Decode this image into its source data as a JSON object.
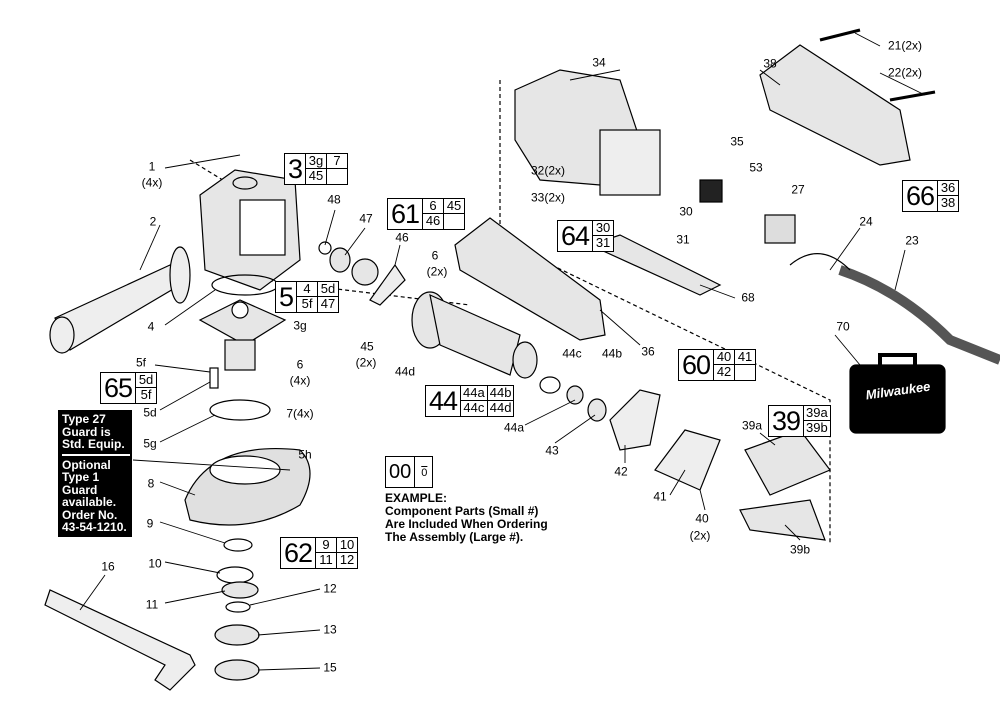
{
  "labels": {
    "l1": "1",
    "l1q": "(4x)",
    "l2": "2",
    "l48": "48",
    "l47": "47",
    "l46": "46",
    "l6a": "6",
    "l6aq": "(2x)",
    "l4": "4",
    "l3g": "3g",
    "l45": "45",
    "l45q": "(2x)",
    "l44d": "44d",
    "l5f": "5f",
    "l5d": "5d",
    "l6b": "6",
    "l6bq": "(4x)",
    "l7": "7(4x)",
    "l5g": "5g",
    "l5h": "5h",
    "l8": "8",
    "l9": "9",
    "l10": "10",
    "l11": "11",
    "l12": "12",
    "l13": "13",
    "l15": "15",
    "l16": "16",
    "l34": "34",
    "l38": "38",
    "l21": "21(2x)",
    "l22": "22(2x)",
    "l32": "32(2x)",
    "l33": "33(2x)",
    "l35": "35",
    "l53": "53",
    "l30": "30",
    "l31": "31",
    "l27": "27",
    "l24": "24",
    "l23": "23",
    "l68": "68",
    "l36": "36",
    "l44c": "44c",
    "l44b": "44b",
    "l70": "70",
    "l44a": "44a",
    "l43": "43",
    "l39a": "39a",
    "l42": "42",
    "l41": "41",
    "l40": "40",
    "l40q": "(2x)",
    "l39b": "39b"
  },
  "assemblies": {
    "a3": {
      "main": "3",
      "parts": [
        "3g",
        "7",
        "45",
        ""
      ]
    },
    "a61": {
      "main": "61",
      "parts": [
        "6",
        "45",
        "46",
        ""
      ]
    },
    "a5": {
      "main": "5",
      "parts": [
        "4",
        "5d",
        "5f",
        "47"
      ]
    },
    "a65": {
      "main": "65",
      "parts": [
        "5d",
        "5f"
      ]
    },
    "a62": {
      "main": "62",
      "parts": [
        "9",
        "10",
        "11",
        "12"
      ]
    },
    "a64": {
      "main": "64",
      "parts": [
        "30",
        "31"
      ]
    },
    "a66": {
      "main": "66",
      "parts": [
        "36",
        "38"
      ]
    },
    "a60": {
      "main": "60",
      "parts": [
        "40",
        "41",
        "42",
        ""
      ]
    },
    "a44": {
      "main": "44",
      "parts": [
        "44a",
        "44b",
        "44c",
        "44d"
      ]
    },
    "a39": {
      "main": "39",
      "parts": [
        "39a",
        "39b"
      ]
    }
  },
  "guard_note": {
    "line1": "Type 27",
    "line2": "Guard is",
    "line3": "Std. Equip.",
    "line4": "Optional",
    "line5": "Type 1",
    "line6": "Guard",
    "line7": "available.",
    "line8": "Order No.",
    "line9": "43-54-1210."
  },
  "example": {
    "main": "00",
    "sub": "0",
    "title": "EXAMPLE:",
    "line1": "Component Parts (Small #)",
    "line2": "Are Included When Ordering",
    "line3": "The Assembly (Large #)."
  },
  "brand_logo": "Milwaukee",
  "colors": {
    "line": "#000000",
    "part_fill": "#e6e6e6",
    "note_bg": "#000000"
  }
}
